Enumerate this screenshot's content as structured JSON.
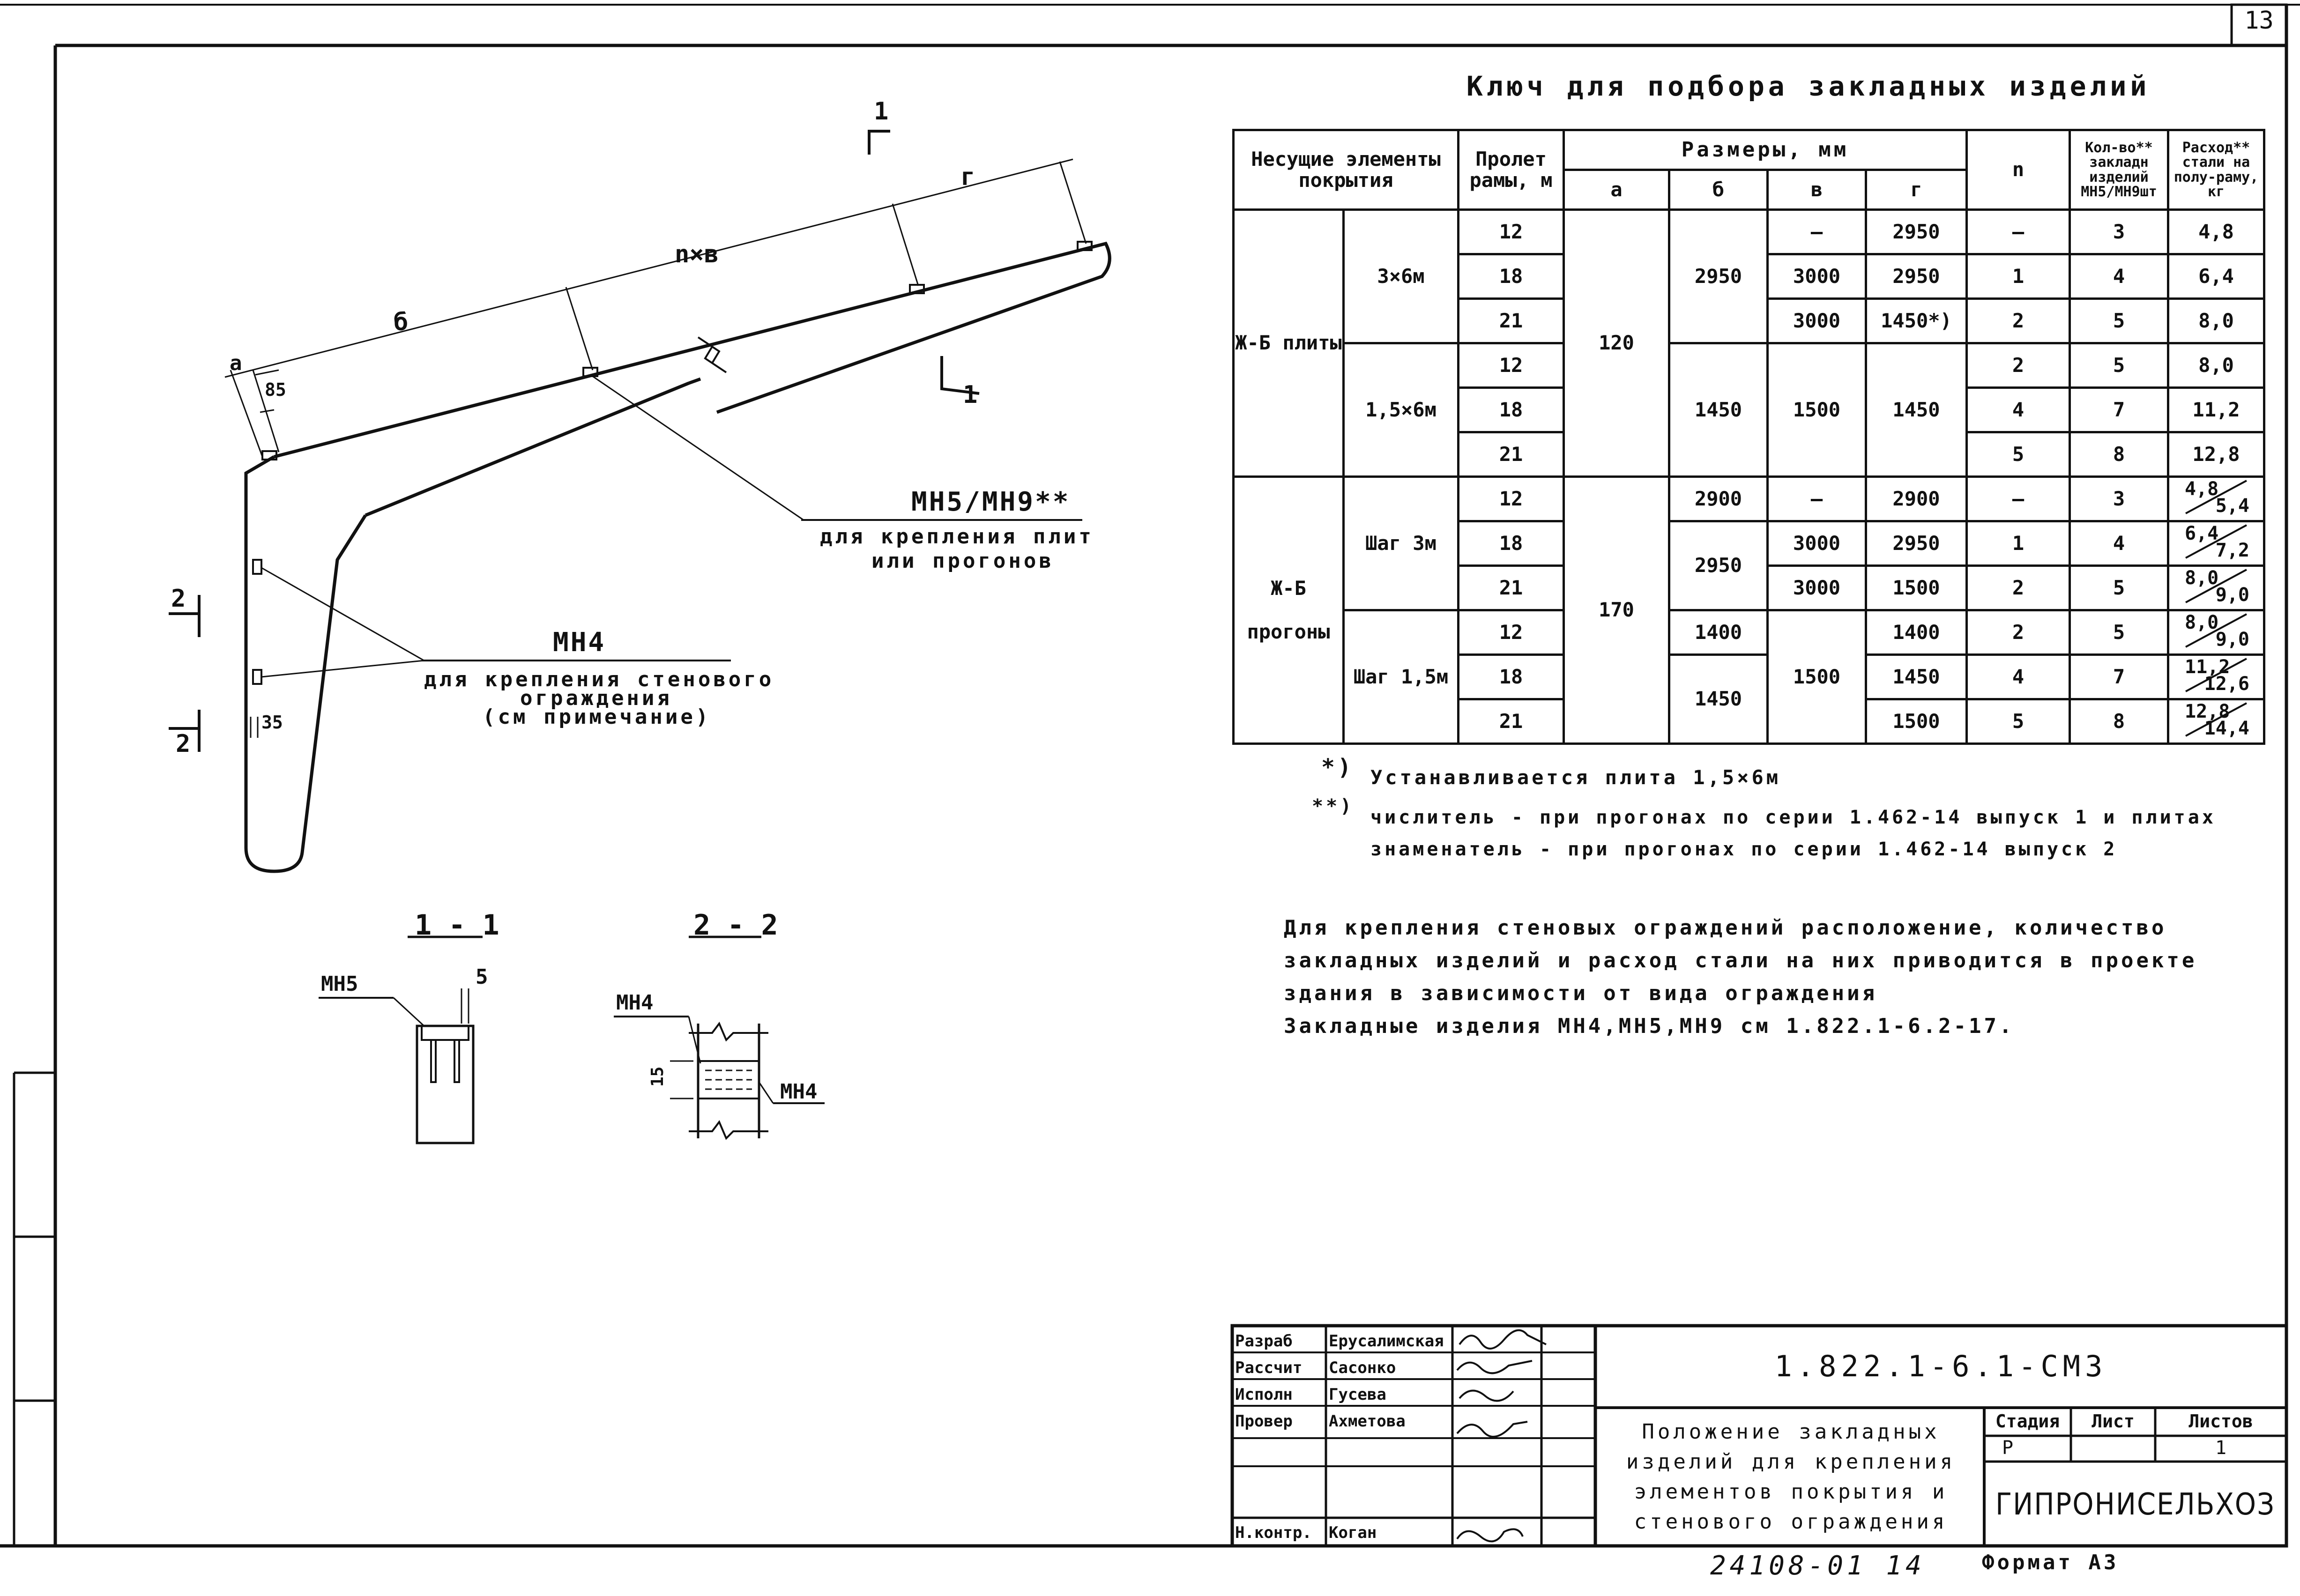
{
  "sheet_number": "13",
  "key_title": "Ключ для подбора закладных изделий",
  "key_table": {
    "h_elements": "Несущие элементы покрытия",
    "h_span": "Пролет рамы, м",
    "h_sizes": "Размеры, мм",
    "h_a": "а",
    "h_b": "б",
    "h_v": "в",
    "h_g": "г",
    "h_n": "n",
    "h_count": "Кол-во** закладн изделий МН5/МН9шт",
    "h_steel": "Расход** стали на полу-раму, кг",
    "g1_label": "Ж-Б плиты",
    "g1_s1": "3×6м",
    "g1_s2": "1,5×6м",
    "g1_a": "120",
    "g2_label": "Ж-Б прогоны",
    "g2_s1": "Шаг 3м",
    "g2_s2": "Шаг 1,5м",
    "g2_a": "170",
    "rows": [
      {
        "span": "12",
        "b": "2950",
        "v": "—",
        "g": "2950",
        "n": "—",
        "cnt": "3",
        "steel": "4,8"
      },
      {
        "span": "18",
        "b": "",
        "v": "3000",
        "g": "2950",
        "n": "1",
        "cnt": "4",
        "steel": "6,4"
      },
      {
        "span": "21",
        "b": "",
        "v": "3000",
        "g": "1450*)",
        "n": "2",
        "cnt": "5",
        "steel": "8,0"
      },
      {
        "span": "12",
        "b": "1450",
        "v": "1500",
        "g": "1450",
        "n": "2",
        "cnt": "5",
        "steel": "8,0"
      },
      {
        "span": "18",
        "b": "",
        "v": "",
        "g": "",
        "n": "4",
        "cnt": "7",
        "steel": "11,2"
      },
      {
        "span": "21",
        "b": "",
        "v": "",
        "g": "",
        "n": "5",
        "cnt": "8",
        "steel": "12,8"
      },
      {
        "span": "12",
        "b": "2900",
        "v": "—",
        "g": "2900",
        "n": "—",
        "cnt": "3",
        "steel_n": "4,8",
        "steel_d": "5,4"
      },
      {
        "span": "18",
        "b": "2950",
        "v": "3000",
        "g": "2950",
        "n": "1",
        "cnt": "4",
        "steel_n": "6,4",
        "steel_d": "7,2"
      },
      {
        "span": "21",
        "b": "",
        "v": "3000",
        "g": "1500",
        "n": "2",
        "cnt": "5",
        "steel_n": "8,0",
        "steel_d": "9,0"
      },
      {
        "span": "12",
        "b": "1400",
        "v": "1500",
        "g": "1400",
        "n": "2",
        "cnt": "5",
        "steel_n": "8,0",
        "steel_d": "9,0"
      },
      {
        "span": "18",
        "b": "1450",
        "v": "",
        "g": "1450",
        "n": "4",
        "cnt": "7",
        "steel_n": "11,2",
        "steel_d": "12,6"
      },
      {
        "span": "21",
        "b": "",
        "v": "",
        "g": "1500",
        "n": "5",
        "cnt": "8",
        "steel_n": "12,8",
        "steel_d": "14,4"
      }
    ]
  },
  "footnotes": {
    "m1": "*)",
    "f1": "Устанавливается плита 1,5×6м",
    "m2": "**)",
    "f2a": "числитель - при прогонах по серии 1.462-14 выпуск 1 и плитах",
    "f2b": "знаменатель - при прогонах по серии 1.462-14 выпуск 2"
  },
  "notes": [
    "Для крепления стеновых ограждений расположение, количество",
    "закладных изделий и расход стали на них приводится в проекте",
    "здания в зависимости от вида ограждения",
    "Закладные изделия МН4,МН5,МН9 см 1.822.1-6.2-17."
  ],
  "drawing": {
    "dim_a": "а",
    "dim_85": "85",
    "dim_b": "б",
    "dim_nv": "n×в",
    "dim_g": "г",
    "dim_35": "35",
    "sec1": "1",
    "sec2": "2",
    "mh59": "МН5/МН9**",
    "mh59_desc1": "для крепления плит",
    "mh59_desc2": "или прогонов",
    "mh4": "МН4",
    "mh4_desc1": "для крепления стенового",
    "mh4_desc2": "ограждения",
    "mh4_desc3": "(см примечание)",
    "s11": "1 - 1",
    "s22": "2 - 2",
    "s11_mh5": "МН5",
    "s11_dim": "5",
    "s22_mh4a": "МН4",
    "s22_mh4b": "МН4",
    "s22_dim": "15"
  },
  "title_block": {
    "roles": [
      "Разраб",
      "Рассчит",
      "Исполн",
      "Провер",
      "",
      "",
      "Н.контр."
    ],
    "names": [
      "Ерусалимская",
      "Сасонко",
      "Гусева",
      "Ахметова",
      "",
      "",
      "Коган"
    ],
    "code": "1.822.1-6.1-СМ3",
    "title": [
      "Положение закладных",
      "изделий для крепления",
      "элементов покрытия и",
      "стенового ограждения"
    ],
    "stage_h": "Стадия",
    "sheet_h": "Лист",
    "sheets_h": "Листов",
    "stage": "Р",
    "sheet": "",
    "sheets": "1",
    "org": "ГИПРОНИСЕЛЬХОЗ",
    "inv": "24108-01 14",
    "format": "Формат А3"
  }
}
